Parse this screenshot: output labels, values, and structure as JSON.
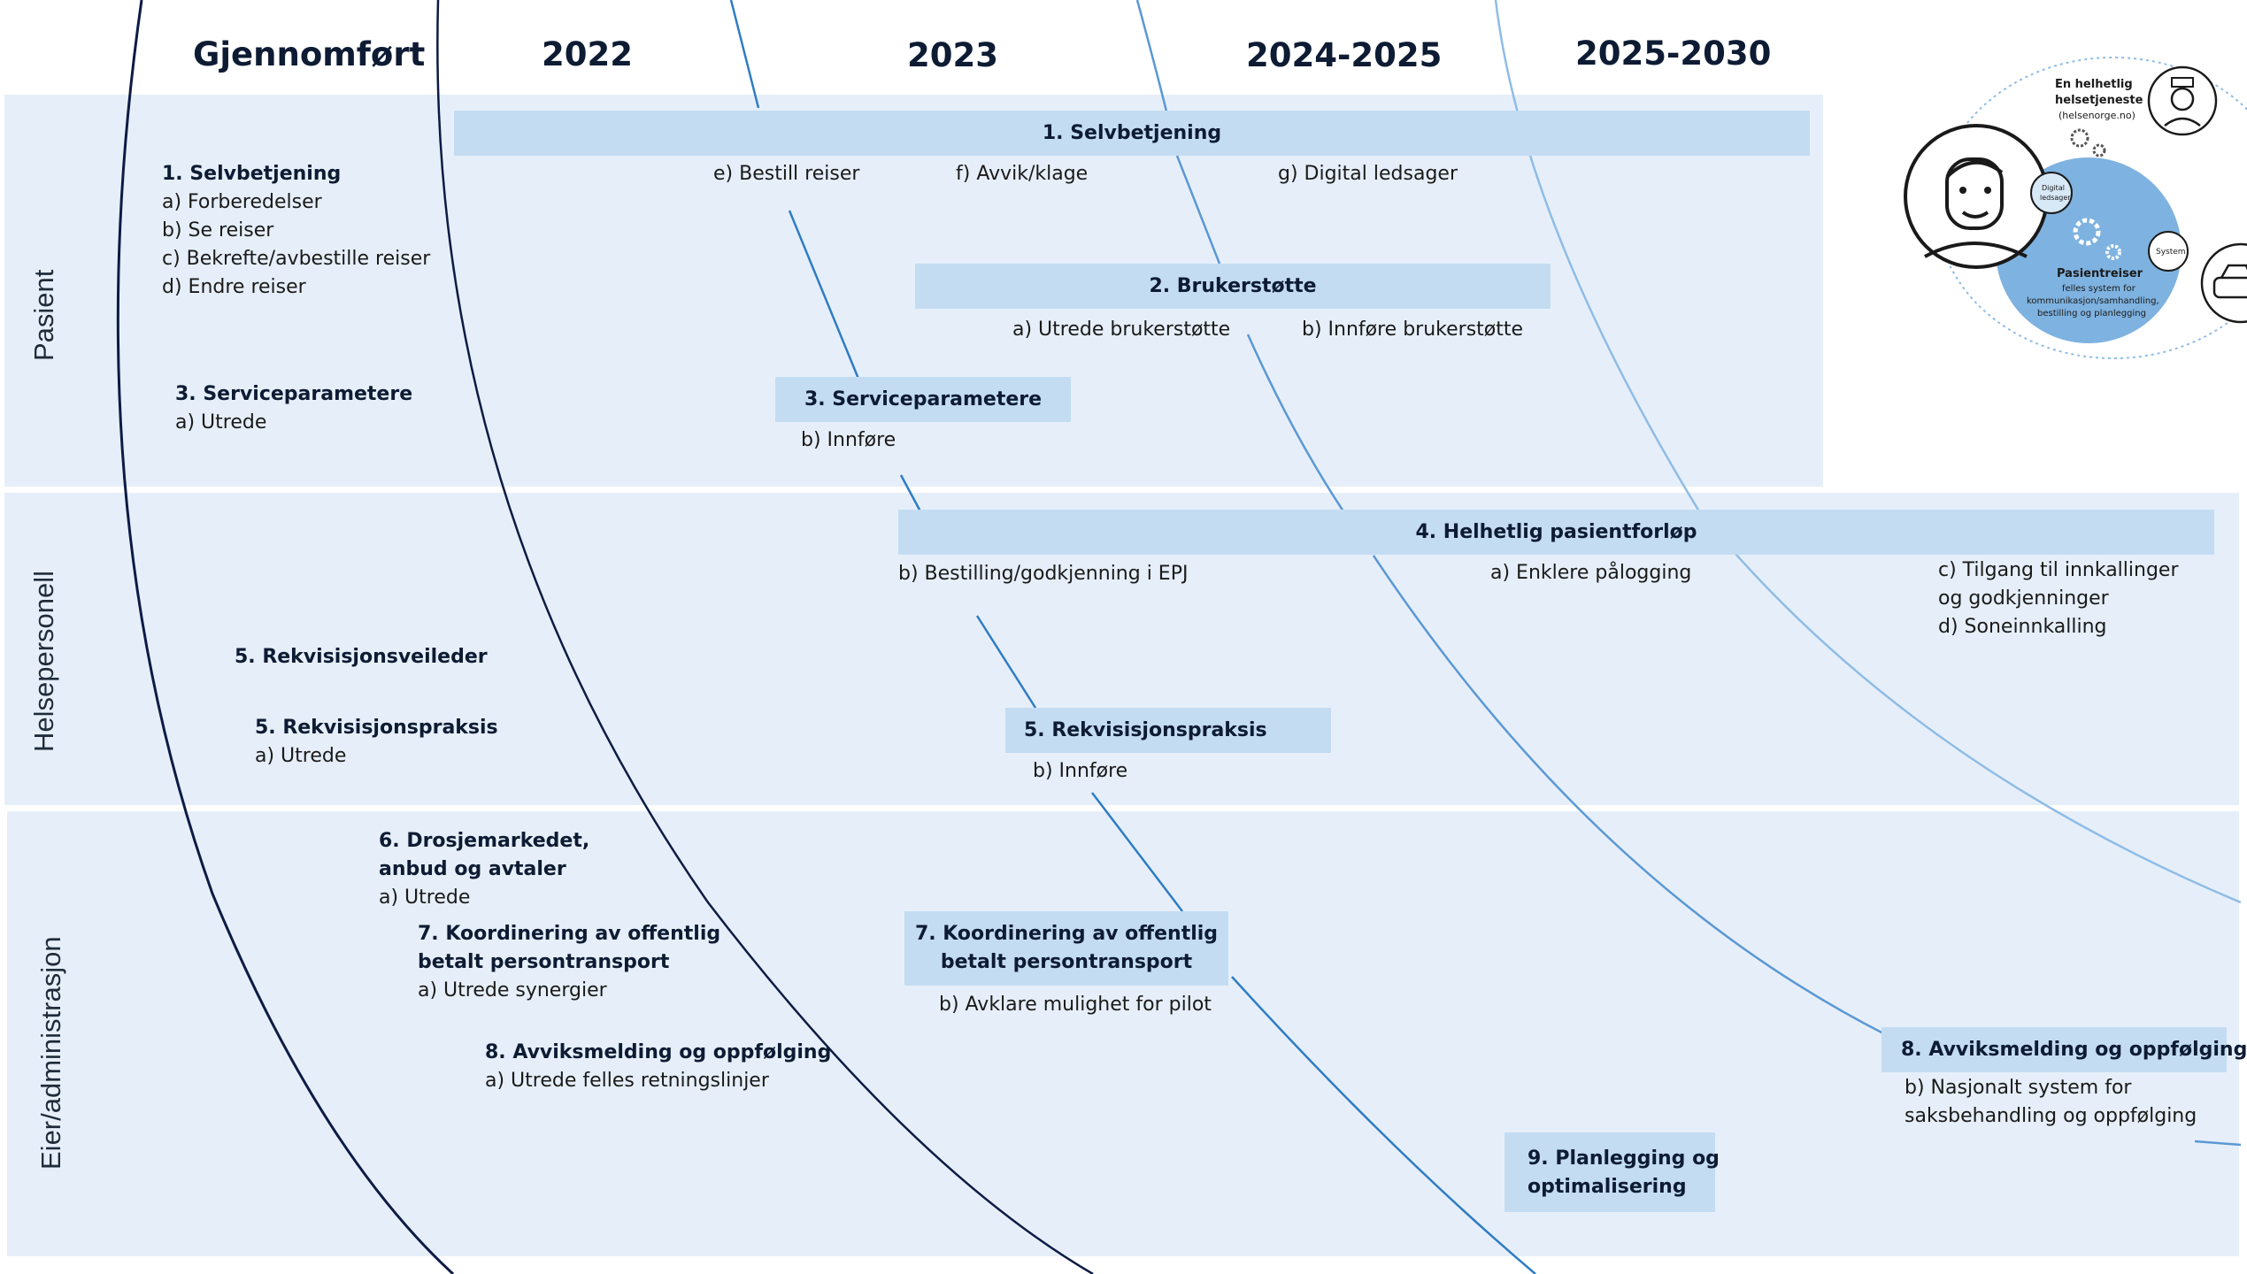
{
  "columns": {
    "done": "Gjennomført",
    "y2022": "2022",
    "y2023": "2023",
    "y2024": "2024-2025",
    "y2025": "2025-2030"
  },
  "lanes": {
    "pasient": "Pasient",
    "helse": "Helsepersonell",
    "eier": "Eier/administrasjon"
  },
  "done_items": {
    "selvbetjening_title": "1. Selvbetjening",
    "selvbetjening_a": "a) Forberedelser",
    "selvbetjening_b": "b) Se reiser",
    "selvbetjening_c": "c) Bekrefte/avbestille reiser",
    "selvbetjening_d": "d) Endre reiser",
    "service_title": "3. Serviceparametere",
    "service_a": "a) Utrede",
    "rekv_veileder": "5. Rekvisisjonsveileder",
    "rekv_praksis_title": "5. Rekvisisjonspraksis",
    "rekv_praksis_a": "a) Utrede",
    "drosje_title_1": "6. Drosjemarkedet,",
    "drosje_title_2": "anbud og avtaler",
    "drosje_a": "a) Utrede",
    "koord_title_1": "7. Koordinering av offentlig",
    "koord_title_2": "betalt persontransport",
    "koord_a": "a) Utrede synergier",
    "avvik_title": "8. Avviksmelding og oppfølging",
    "avvik_a": "a) Utrede felles retningslinjer"
  },
  "bars": {
    "selvbetjening": "1. Selvbetjening",
    "brukerstotte": "2. Brukerstøtte",
    "service": "3. Serviceparametere",
    "pasientforlop": "4. Helhetlig pasientforløp",
    "rekvisisjon": "5. Rekvisisjonspraksis",
    "koord_1": "7. Koordinering av offentlig",
    "koord_2": "betalt persontransport",
    "avvik": "8. Avviksmelding og oppfølging",
    "planlegging_1": "9. Planlegging og",
    "planlegging_2": "optimalisering"
  },
  "sub_items": {
    "bestill": "e) Bestill reiser",
    "avvik_klage": "f) Avvik/klage",
    "digital": "g) Digital ledsager",
    "utrede_bruker": "a) Utrede brukerstøtte",
    "innfore_bruker": "b) Innføre brukerstøtte",
    "service_b": "b) Innføre",
    "epj": "b) Bestilling/godkjenning i EPJ",
    "palogging": "a) Enklere pålogging",
    "tilgang_1": "c) Tilgang til innkallinger",
    "tilgang_2": "og godkjenninger",
    "sone": "d) Soneinnkalling",
    "rekv_b": "b) Innføre",
    "pilot": "b) Avklare mulighet for pilot",
    "nasjonalt_1": "b) Nasjonalt system for",
    "nasjonalt_2": "saksbehandling og oppfølging"
  },
  "illustration": {
    "helhetlig_1": "En helhetlig",
    "helhetlig_2": "helsetjeneste",
    "helsenorge": "(helsenorge.no)",
    "digital_1": "Digital",
    "digital_2": "ledsager",
    "system": "System",
    "pasientreiser": "Pasientreiser",
    "desc_1": "felles system for",
    "desc_2": "kommunikasjon/samhandling,",
    "desc_3": "bestilling og planlegging"
  },
  "colors": {
    "lane_bg": "#e6eff9",
    "bar": "#c3dcf2",
    "header_text": "#0d1b33",
    "arc_dark": "#0d1b45",
    "arc_blue": "#2f7cc4",
    "arc_light": "#8fbce6",
    "hub": "#7eb2e0"
  },
  "icons": [
    "person-icon",
    "nurse-icon",
    "car-icon",
    "gear-icon"
  ]
}
